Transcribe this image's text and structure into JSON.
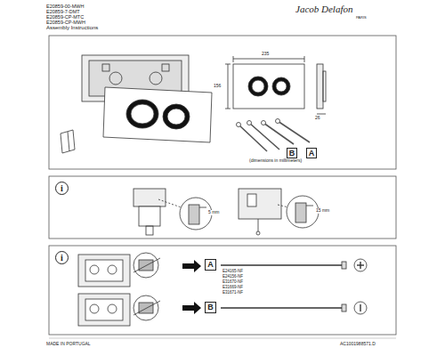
{
  "diagram": {
    "title": "Assembly Instructions",
    "nodes": [
      {
        "text": [
          "B"
        ]
      },
      {
        "text": [
          "A"
        ]
      },
      {
        "text": [
          "i"
        ]
      },
      {
        "text": [
          "i"
        ]
      },
      {
        "text": [
          "A"
        ]
      },
      {
        "text": [
          "B"
        ]
      }
    ],
    "labels": [
      "E20859-00-MWH",
      "E20859-7-DMT",
      "E20859-CP-MTC",
      "E20859-CP-MWH",
      "Jacob Delafon",
      "PARIS",
      "235",
      "156",
      "26",
      "(dimensions in millimeters)",
      "5 mm",
      "15 mm",
      "E24165-NF",
      "E24156-NF",
      "E31670-NF",
      "E31669-NF",
      "E31671-NF",
      "MADE IN PORTUGAL",
      "AC1001988571.D"
    ]
  }
}
